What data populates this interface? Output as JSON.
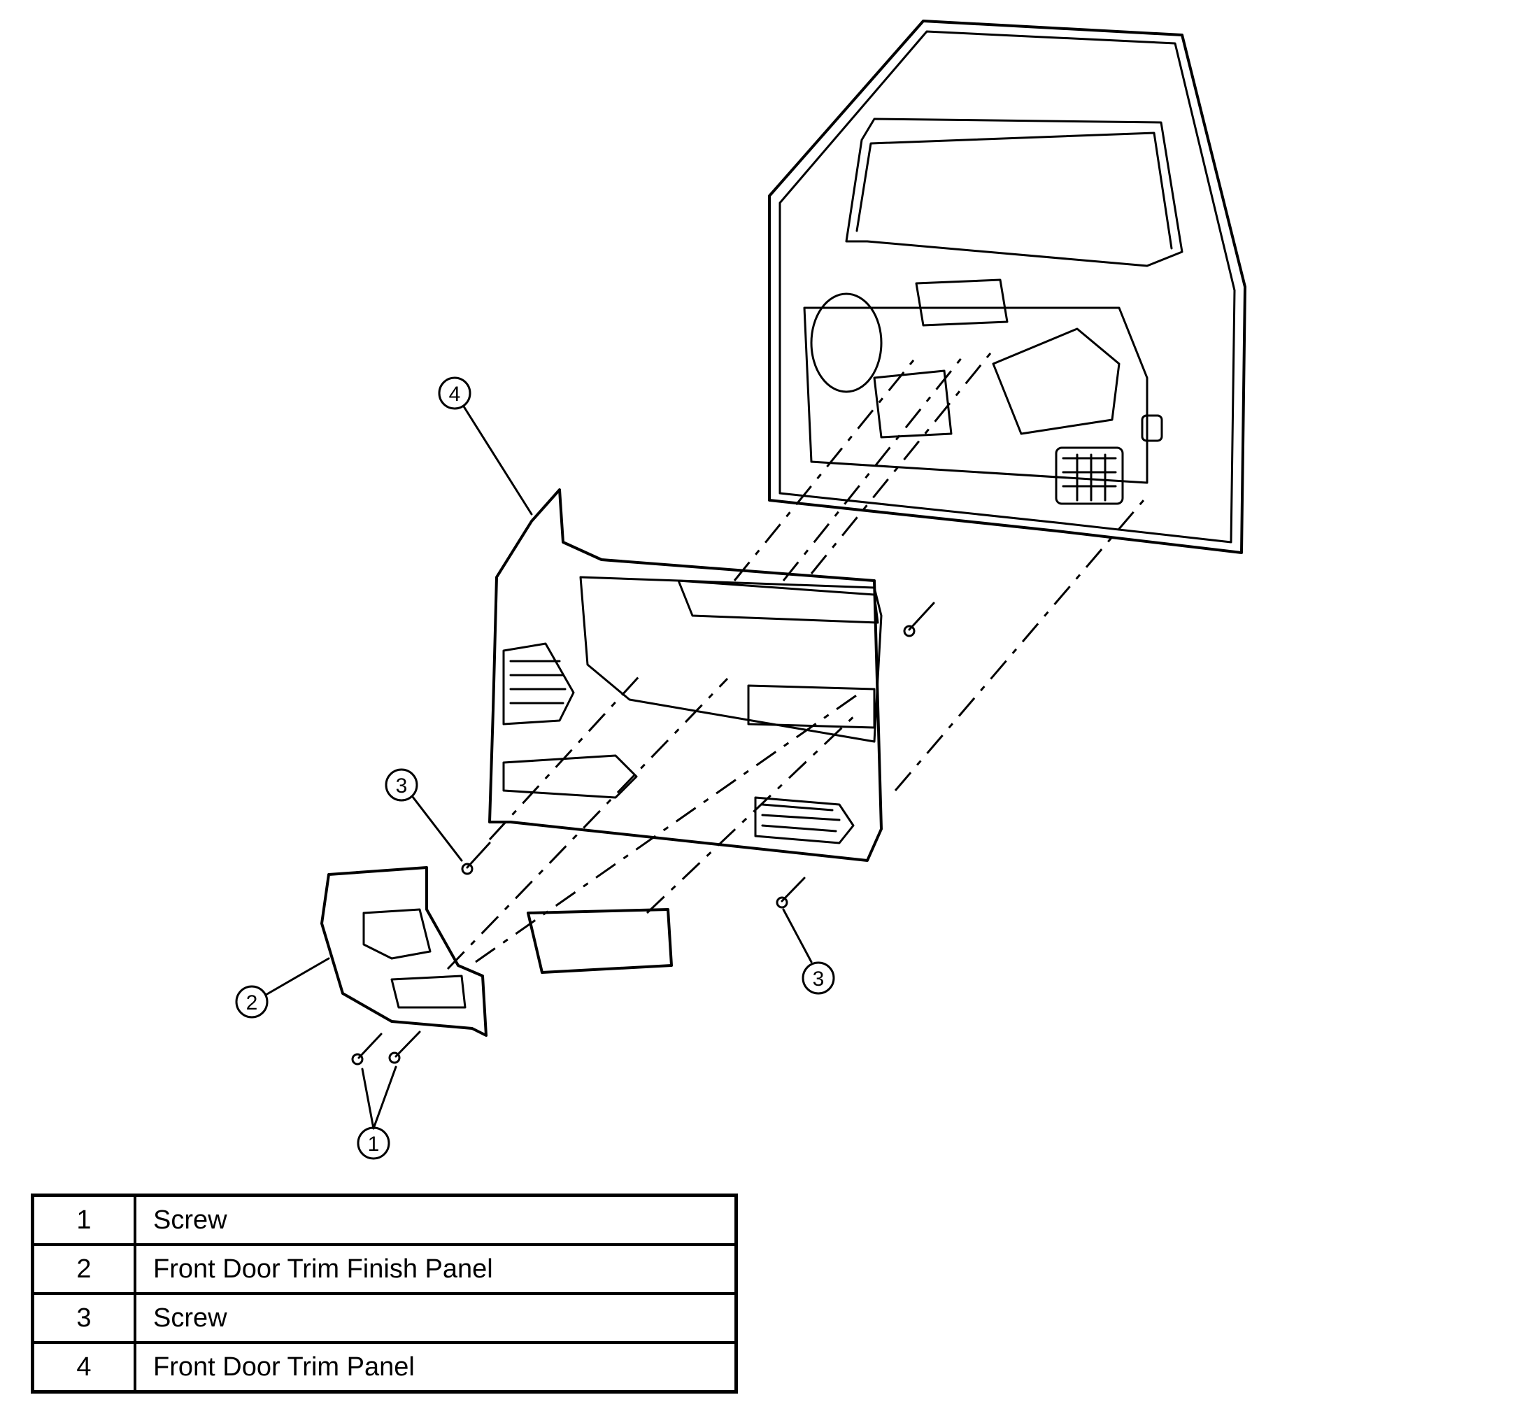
{
  "callouts": [
    "1",
    "2",
    "3",
    "3",
    "4"
  ],
  "legend": [
    {
      "number": "1",
      "description": "Screw"
    },
    {
      "number": "2",
      "description": "Front Door Trim Finish Panel"
    },
    {
      "number": "3",
      "description": "Screw"
    },
    {
      "number": "4",
      "description": "Front Door Trim Panel"
    }
  ]
}
